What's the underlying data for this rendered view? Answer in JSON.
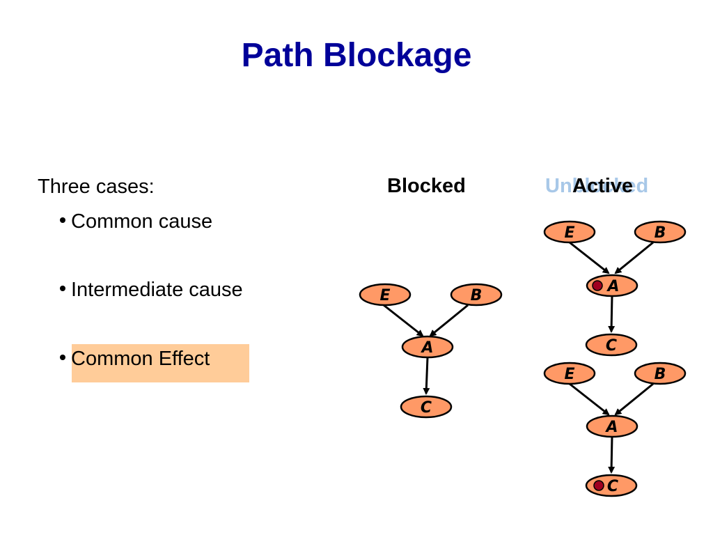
{
  "title": "Path Blockage",
  "intro": "Three cases:",
  "bullets": [
    "Common cause",
    "Intermediate cause",
    "Common Effect"
  ],
  "highlighted_bullet": "Common Effect",
  "columns": {
    "blocked": "Blocked",
    "unblocked": "Unblocked",
    "active": "Active"
  },
  "node_labels": {
    "E": "E",
    "B": "B",
    "A": "A",
    "C": "C"
  },
  "colors": {
    "title": "#000099",
    "node_fill": "#ff9966",
    "highlight": "#ffcc99",
    "observed_marker": "#a00020",
    "faded_heading": "#a8c8e8"
  }
}
